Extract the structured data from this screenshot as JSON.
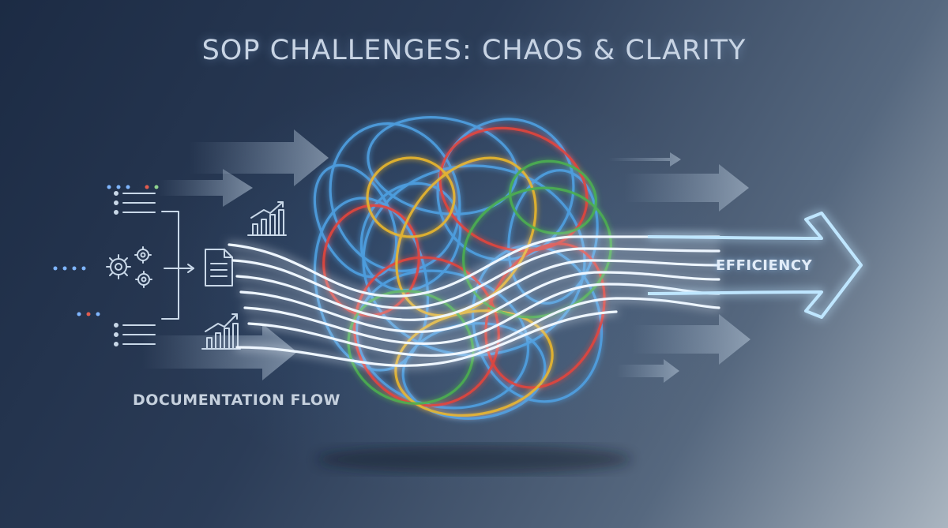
{
  "title": "SOP CHALLENGES: CHAOS & CLARITY",
  "labels": {
    "documentation_flow": "DOCUMENTATION FLOW",
    "efficiency": "EFFICIENCY"
  },
  "colors": {
    "glow_white": "#eef6ff",
    "knot_blue": "#4fa3e6",
    "knot_red": "#e2453c",
    "knot_yellow": "#e8b62e",
    "knot_green": "#4caf50",
    "arrow_outline": "#bfe6ff"
  },
  "icons": [
    "list-icon",
    "gears-icon",
    "document-icon",
    "bar-chart-icon",
    "bracket-icon",
    "arrow-right-icon",
    "tangle-icon",
    "efficiency-arrow-icon"
  ]
}
